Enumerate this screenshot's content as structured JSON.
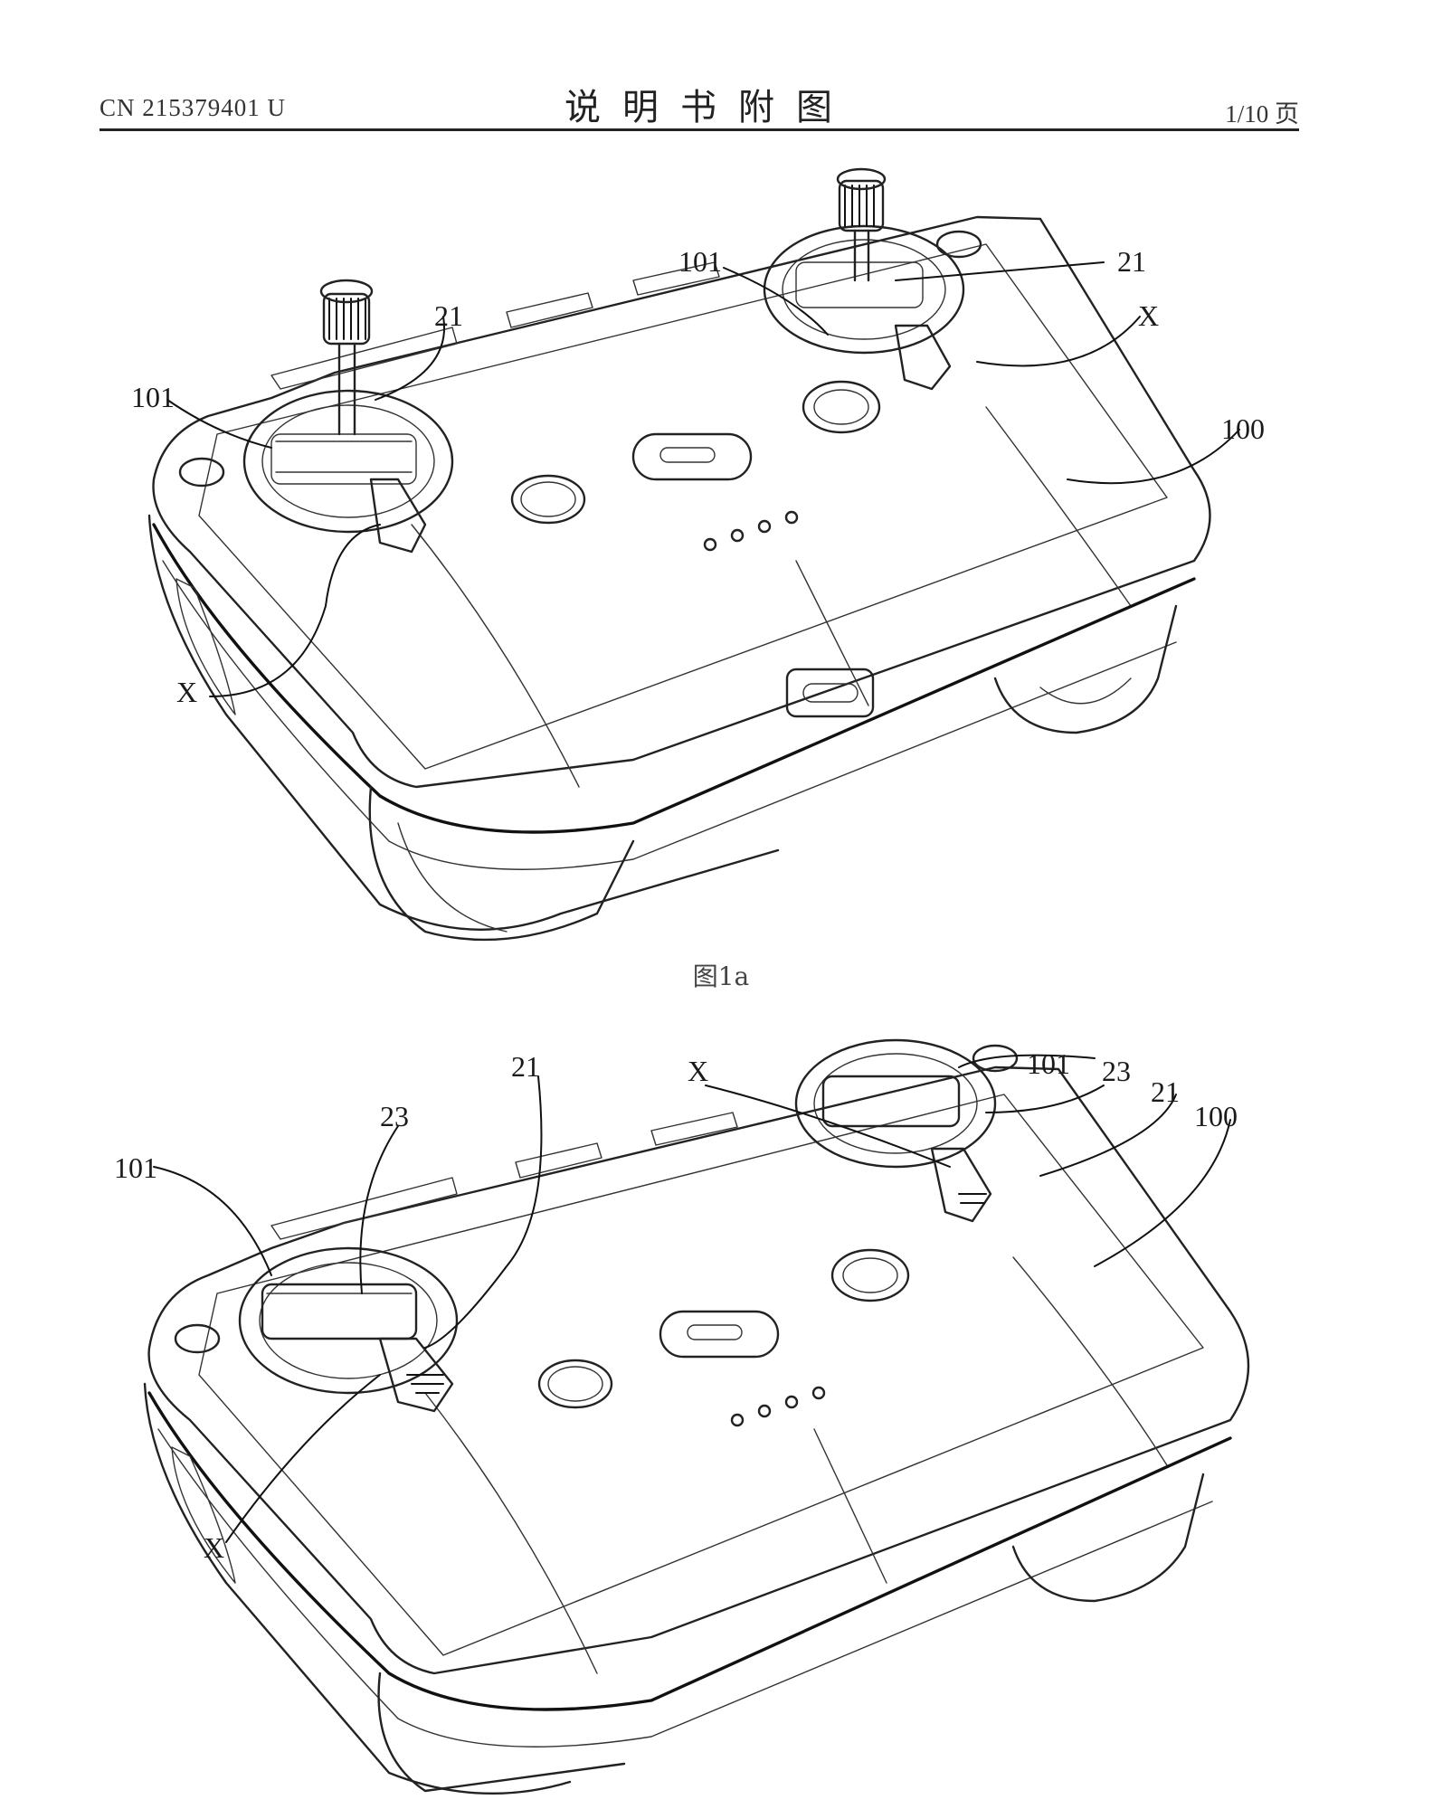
{
  "header": {
    "patent_number": "CN 215379401 U",
    "section_title": "说明书附图",
    "page_indicator": "1/10 页"
  },
  "figures": [
    {
      "caption": "图1a",
      "labels": {
        "l101_left": "101",
        "l21_left": "21",
        "l101_top": "101",
        "l21_right": "21",
        "lX_right": "X",
        "l100": "100",
        "lX_left": "X"
      }
    },
    {
      "caption": "",
      "labels": {
        "l101_left": "101",
        "l23_left": "23",
        "l21_left": "21",
        "lX_top": "X",
        "l101_top": "101",
        "l23_right": "23",
        "l21_right": "21",
        "l100": "100",
        "lX_left": "X"
      }
    }
  ]
}
